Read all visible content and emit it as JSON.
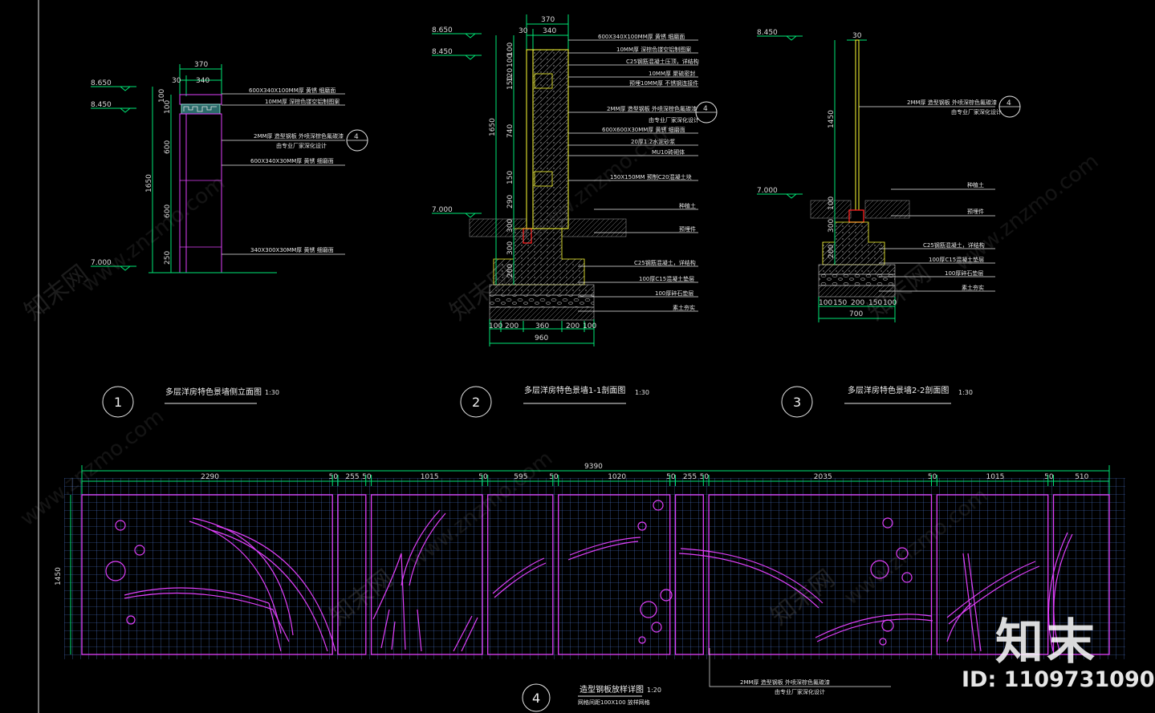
{
  "drawing": {
    "details": [
      {
        "num": "1",
        "title": "多层洋房特色景墙侧立面图",
        "scale": "1:30",
        "levels": [
          "8.650",
          "8.450",
          "7.000"
        ],
        "dims_top": [
          "370",
          "30",
          "340"
        ],
        "dims_side": [
          "100",
          "100",
          "600",
          "1650",
          "600",
          "250"
        ],
        "notes": [
          "600X340X100MM厚  黄锈  细磨面",
          "10MM厚  深棕色镂空铝制图案",
          "2MM厚  造型钢板  外喷深棕色氟碳漆",
          "由专业厂家深化设计",
          "600X340X30MM厚  黄锈  细磨面",
          "340X300X30MM厚  黄锈  细磨面"
        ],
        "ref": "4"
      },
      {
        "num": "2",
        "title": "多层洋房特色景墙1-1剖面图",
        "scale": "1:30",
        "levels": [
          "8.650",
          "8.450",
          "7.000"
        ],
        "dims_top": [
          "370",
          "30",
          "340"
        ],
        "dims_side": [
          "100",
          "100",
          "120",
          "150",
          "740",
          "1650",
          "150",
          "290",
          "300",
          "300",
          "200"
        ],
        "dims_bottom": [
          "100",
          "200",
          "360",
          "200",
          "100",
          "960"
        ],
        "notes": [
          "600X340X100MM厚  黄锈  细磨面",
          "10MM厚  深棕色镂空铝制图案",
          "C25钢筋混凝土压顶，详结构",
          "10MM厚  聚硫密封",
          "预埋10MM厚  不锈钢连接件",
          "2MM厚  造型钢板  外喷深棕色氟碳漆",
          "由专业厂家深化设计",
          "600X600X30MM厚  黄锈  细磨面",
          "20厚1:2水泥砂浆",
          "MU10砖砌体",
          "150X150MM  预制C20混凝土块",
          "种植土",
          "预埋件",
          "C25钢筋混凝土，详结构",
          "100厚C15混凝土垫层",
          "100厚碎石垫层",
          "素土夯实"
        ],
        "ref": "4"
      },
      {
        "num": "3",
        "title": "多层洋房特色景墙2-2剖面图",
        "scale": "1:30",
        "levels": [
          "8.450",
          "7.000"
        ],
        "dims_top": [
          "30"
        ],
        "dims_side": [
          "1450",
          "100",
          "300",
          "200"
        ],
        "dims_bottom": [
          "100",
          "150",
          "200",
          "150",
          "100",
          "700"
        ],
        "notes": [
          "2MM厚  造型钢板  外喷深棕色氟碳漆",
          "由专业厂家深化设计",
          "种植土",
          "预埋件",
          "C25钢筋混凝土，详结构",
          "100厚C15混凝土垫层",
          "100厚碎石垫层",
          "素土夯实"
        ],
        "ref": "4"
      },
      {
        "num": "4",
        "title": "造型钢板放样详图",
        "scale": "1:20",
        "subtitle": "网格间距100X100  放样网格",
        "overall": "9390",
        "height": "1450",
        "segments": [
          "2290",
          "50",
          "255",
          "50",
          "1015",
          "50",
          "595",
          "50",
          "1020",
          "50",
          "255",
          "50",
          "2035",
          "50",
          "1015",
          "50",
          "510"
        ],
        "notes": [
          "2MM厚  造型钢板  外喷深棕色氟碳漆",
          "由专业厂家深化设计"
        ]
      }
    ]
  },
  "watermark": {
    "site": "www.znzmo.com",
    "cn": "知末网",
    "logo": "知末",
    "id": "ID: 1109731090"
  },
  "colors": {
    "background": "#000000",
    "dimension": "#00e676",
    "wall": "#e040fb",
    "steel": "#ffff33",
    "grid": "#4f7bd6",
    "hatch": "#9a9a9a",
    "anchor": "#ff2020",
    "text": "#e8e8e8"
  }
}
